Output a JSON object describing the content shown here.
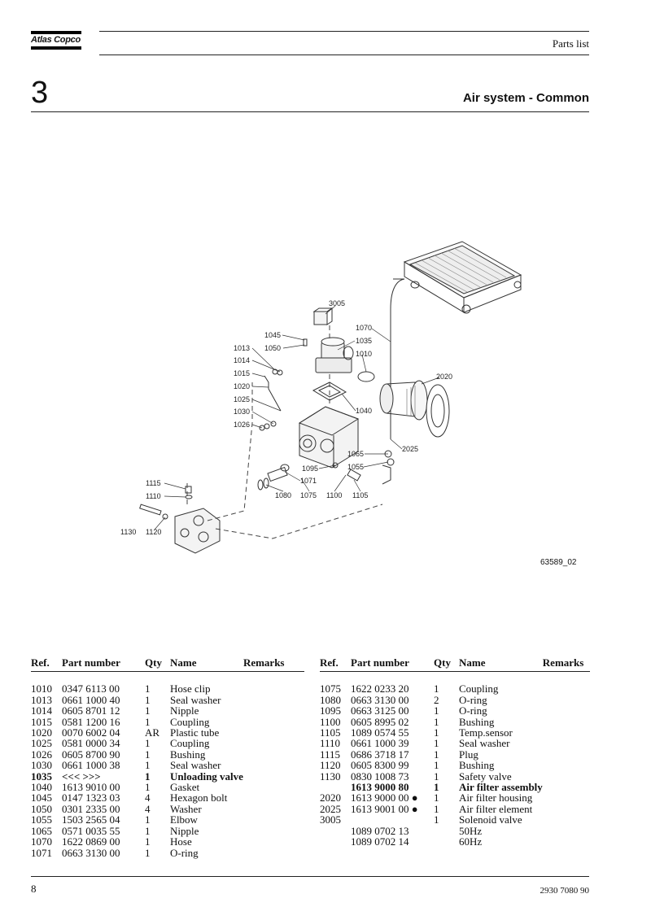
{
  "header": {
    "logo_text": "Atlas Copco",
    "section": "Parts list"
  },
  "chapter": {
    "number": "3",
    "title": "Air system - Common"
  },
  "figure": {
    "id": "63589_02",
    "callouts": [
      "3005",
      "1045",
      "1050",
      "1013",
      "1014",
      "1015",
      "1020",
      "1025",
      "1030",
      "1026",
      "1070",
      "1035",
      "1010",
      "2020",
      "1040",
      "2025",
      "1065",
      "1055",
      "1095",
      "1071",
      "1080",
      "1075",
      "1100",
      "1105",
      "1115",
      "1110",
      "1130",
      "1120"
    ]
  },
  "columns": {
    "ref": "Ref.",
    "part": "Part number",
    "qty": "Qty",
    "name": "Name",
    "remarks": "Remarks"
  },
  "parts_left": [
    {
      "ref": "1010",
      "part": "0347 6113 00",
      "qty": "1",
      "name": "Hose clip",
      "remarks": ""
    },
    {
      "ref": "1013",
      "part": "0661 1000 40",
      "qty": "1",
      "name": "Seal washer",
      "remarks": ""
    },
    {
      "ref": "1014",
      "part": "0605 8701 12",
      "qty": "1",
      "name": "Nipple",
      "remarks": ""
    },
    {
      "ref": "1015",
      "part": "0581 1200 16",
      "qty": "1",
      "name": "Coupling",
      "remarks": ""
    },
    {
      "ref": "1020",
      "part": "0070 6002 04",
      "qty": "AR",
      "name": "Plastic tube",
      "remarks": ""
    },
    {
      "ref": "1025",
      "part": "0581 0000 34",
      "qty": "1",
      "name": "Coupling",
      "remarks": ""
    },
    {
      "ref": "1026",
      "part": "0605 8700 90",
      "qty": "1",
      "name": "Bushing",
      "remarks": ""
    },
    {
      "ref": "1030",
      "part": "0661 1000 38",
      "qty": "1",
      "name": "Seal washer",
      "remarks": ""
    },
    {
      "ref": "1035",
      "part": "<<< >>>",
      "qty": "1",
      "name": "Unloading valve",
      "remarks": "",
      "bold": true
    },
    {
      "ref": "1040",
      "part": "1613 9010 00",
      "qty": "1",
      "name": "Gasket",
      "remarks": ""
    },
    {
      "ref": "1045",
      "part": "0147 1323 03",
      "qty": "4",
      "name": "Hexagon bolt",
      "remarks": ""
    },
    {
      "ref": "1050",
      "part": "0301 2335 00",
      "qty": "4",
      "name": "Washer",
      "remarks": ""
    },
    {
      "ref": "1055",
      "part": "1503 2565 04",
      "qty": "1",
      "name": "Elbow",
      "remarks": ""
    },
    {
      "ref": "1065",
      "part": "0571 0035 55",
      "qty": "1",
      "name": "Nipple",
      "remarks": ""
    },
    {
      "ref": "1070",
      "part": "1622 0869 00",
      "qty": "1",
      "name": "Hose",
      "remarks": ""
    },
    {
      "ref": "1071",
      "part": "0663 3130 00",
      "qty": "1",
      "name": "O-ring",
      "remarks": ""
    }
  ],
  "parts_right": [
    {
      "ref": "1075",
      "part": "1622 0233 20",
      "qty": "1",
      "name": "Coupling",
      "remarks": ""
    },
    {
      "ref": "1080",
      "part": "0663 3130 00",
      "qty": "2",
      "name": "O-ring",
      "remarks": ""
    },
    {
      "ref": "1095",
      "part": "0663 3125 00",
      "qty": "1",
      "name": "O-ring",
      "remarks": ""
    },
    {
      "ref": "1100",
      "part": "0605 8995 02",
      "qty": "1",
      "name": "Bushing",
      "remarks": ""
    },
    {
      "ref": "1105",
      "part": "1089 0574 55",
      "qty": "1",
      "name": "Temp.sensor",
      "remarks": ""
    },
    {
      "ref": "1110",
      "part": "0661 1000 39",
      "qty": "1",
      "name": "Seal washer",
      "remarks": ""
    },
    {
      "ref": "1115",
      "part": "0686 3718 17",
      "qty": "1",
      "name": "Plug",
      "remarks": ""
    },
    {
      "ref": "1120",
      "part": "0605 8300 99",
      "qty": "1",
      "name": "Bushing",
      "remarks": ""
    },
    {
      "ref": "1130",
      "part": "0830 1008 73",
      "qty": "1",
      "name": "Safety valve",
      "remarks": ""
    },
    {
      "ref": "",
      "part": "1613 9000 80",
      "qty": "1",
      "name": "Air filter assembly",
      "remarks": "",
      "bold": true
    },
    {
      "ref": "2020",
      "part": "1613 9000 00 ●",
      "qty": "1",
      "name": "Air filter housing",
      "remarks": ""
    },
    {
      "ref": "2025",
      "part": "1613 9001 00 ●",
      "qty": "1",
      "name": "Air filter element",
      "remarks": ""
    },
    {
      "ref": "3005",
      "part": "",
      "qty": "1",
      "name": "Solenoid valve",
      "remarks": ""
    },
    {
      "ref": "",
      "part": "1089 0702 13",
      "qty": "",
      "name": "50Hz",
      "remarks": ""
    },
    {
      "ref": "",
      "part": "1089 0702 14",
      "qty": "",
      "name": "60Hz",
      "remarks": ""
    }
  ],
  "footer": {
    "page": "8",
    "doc_number": "2930 7080 90"
  }
}
